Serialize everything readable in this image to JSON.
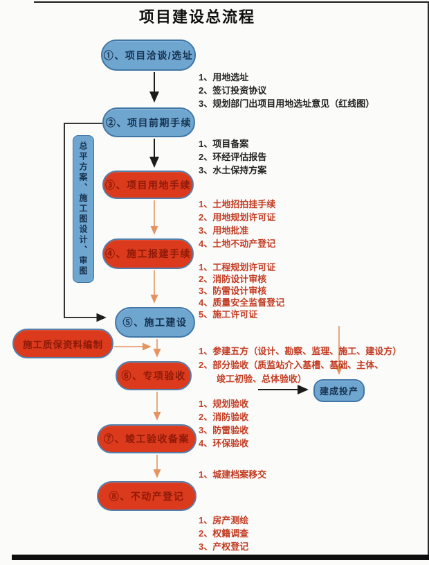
{
  "page": {
    "title": "项目建设总流程"
  },
  "colors": {
    "blue_node_fill": "#6fa6d0",
    "blue_node_border": "#3f76a6",
    "blue_node_text": "#16324f",
    "red_node_fill": "#dc3a1d",
    "red_node_border": "#527ea9",
    "red_node_text": "#8e1a08",
    "red_note_text": "#c23b22",
    "black_note_text": "#222222",
    "orange_arrow": "#e59360",
    "black_arrow": "#1c1c1c"
  },
  "flow": {
    "n1": {
      "label": "①、项目洽谈/选址"
    },
    "n2": {
      "label": "②、项目前期手续"
    },
    "n3": {
      "label": "③、项目用地手续"
    },
    "n4": {
      "label": "④、施工报建手续"
    },
    "n5": {
      "label": "⑤、施工建设"
    },
    "n6": {
      "label": "⑥、专项验收"
    },
    "n7": {
      "label": "⑦、竣工验收备案"
    },
    "n8": {
      "label": "⑧、不动产登记"
    },
    "side": {
      "label": "总平方案、施工图设计、审图"
    },
    "qa": {
      "label": "施工质保资料编制"
    },
    "done": {
      "label": "建成投产"
    }
  },
  "annotations": {
    "a1": {
      "color": "black",
      "lines": [
        "1、用地选址",
        "2、签订投资协议",
        "3、规划部门出项目用地选址意见（红线图）"
      ]
    },
    "a2": {
      "color": "black",
      "lines": [
        "1、项目备案",
        "2、环经评估报告",
        "3、水土保持方案"
      ]
    },
    "a3": {
      "color": "red",
      "lines": [
        "1、土地招拍挂手续",
        "2、用地规划许可证",
        "3、用地批准",
        "4、土地不动产登记"
      ]
    },
    "a4": {
      "color": "red",
      "lines": [
        "1、工程规划许可证",
        "2、消防设计审核",
        "3、防雷设计审核",
        "4、质量安全监督登记",
        "5、施工许可证"
      ]
    },
    "a5": {
      "color": "red",
      "lines": [
        "1、参建五方（设计、勘察、监理、施工、建设方）",
        "2、部分验收（质监站介入基槽、基础、主体、",
        "　　竣工初验、总体验收）"
      ]
    },
    "a6": {
      "color": "red",
      "lines": [
        "1、规划验收",
        "2、消防验收",
        "3、防雷验收",
        "4、环保验收"
      ]
    },
    "a7": {
      "color": "red",
      "lines": [
        "1、城建档案移交"
      ]
    },
    "a8": {
      "color": "red",
      "lines": [
        "1、房产测绘",
        "2、权籍调查",
        "3、产权登记"
      ]
    }
  }
}
